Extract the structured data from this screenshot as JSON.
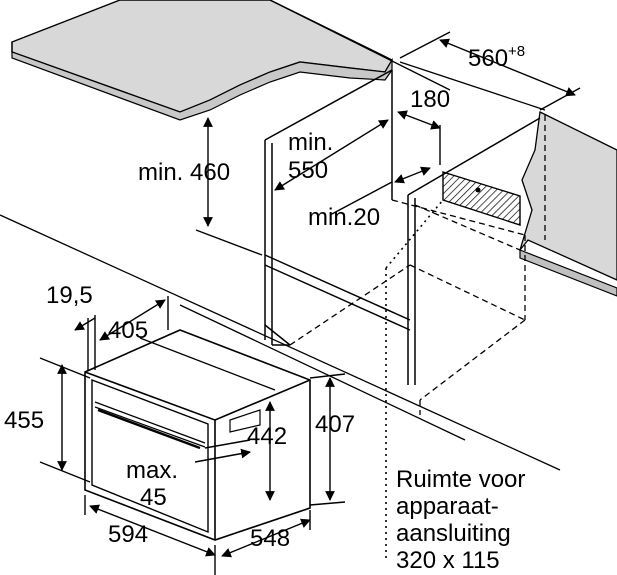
{
  "dimensions": {
    "depth_niche": "560",
    "depth_niche_tolerance": "+8",
    "back_gap": "180",
    "min_height": "min. 460",
    "min_depth_line1": "min.",
    "min_depth_line2": "550",
    "min_gap": "min.20",
    "front_offset": "19,5",
    "inner_depth": "405",
    "height_total": "455",
    "height_front": "442",
    "height_side": "407",
    "panel_max_line1": "max.",
    "panel_max_line2": "45",
    "width": "594",
    "depth": "548"
  },
  "note": {
    "line1": "Ruimte voor",
    "line2": "apparaat-",
    "line3": "aansluiting",
    "line4": "320 x 115"
  },
  "colors": {
    "countertop_fill": "#d8d8d8",
    "line": "#000000",
    "hatch_fill": "#bdbdbd"
  }
}
